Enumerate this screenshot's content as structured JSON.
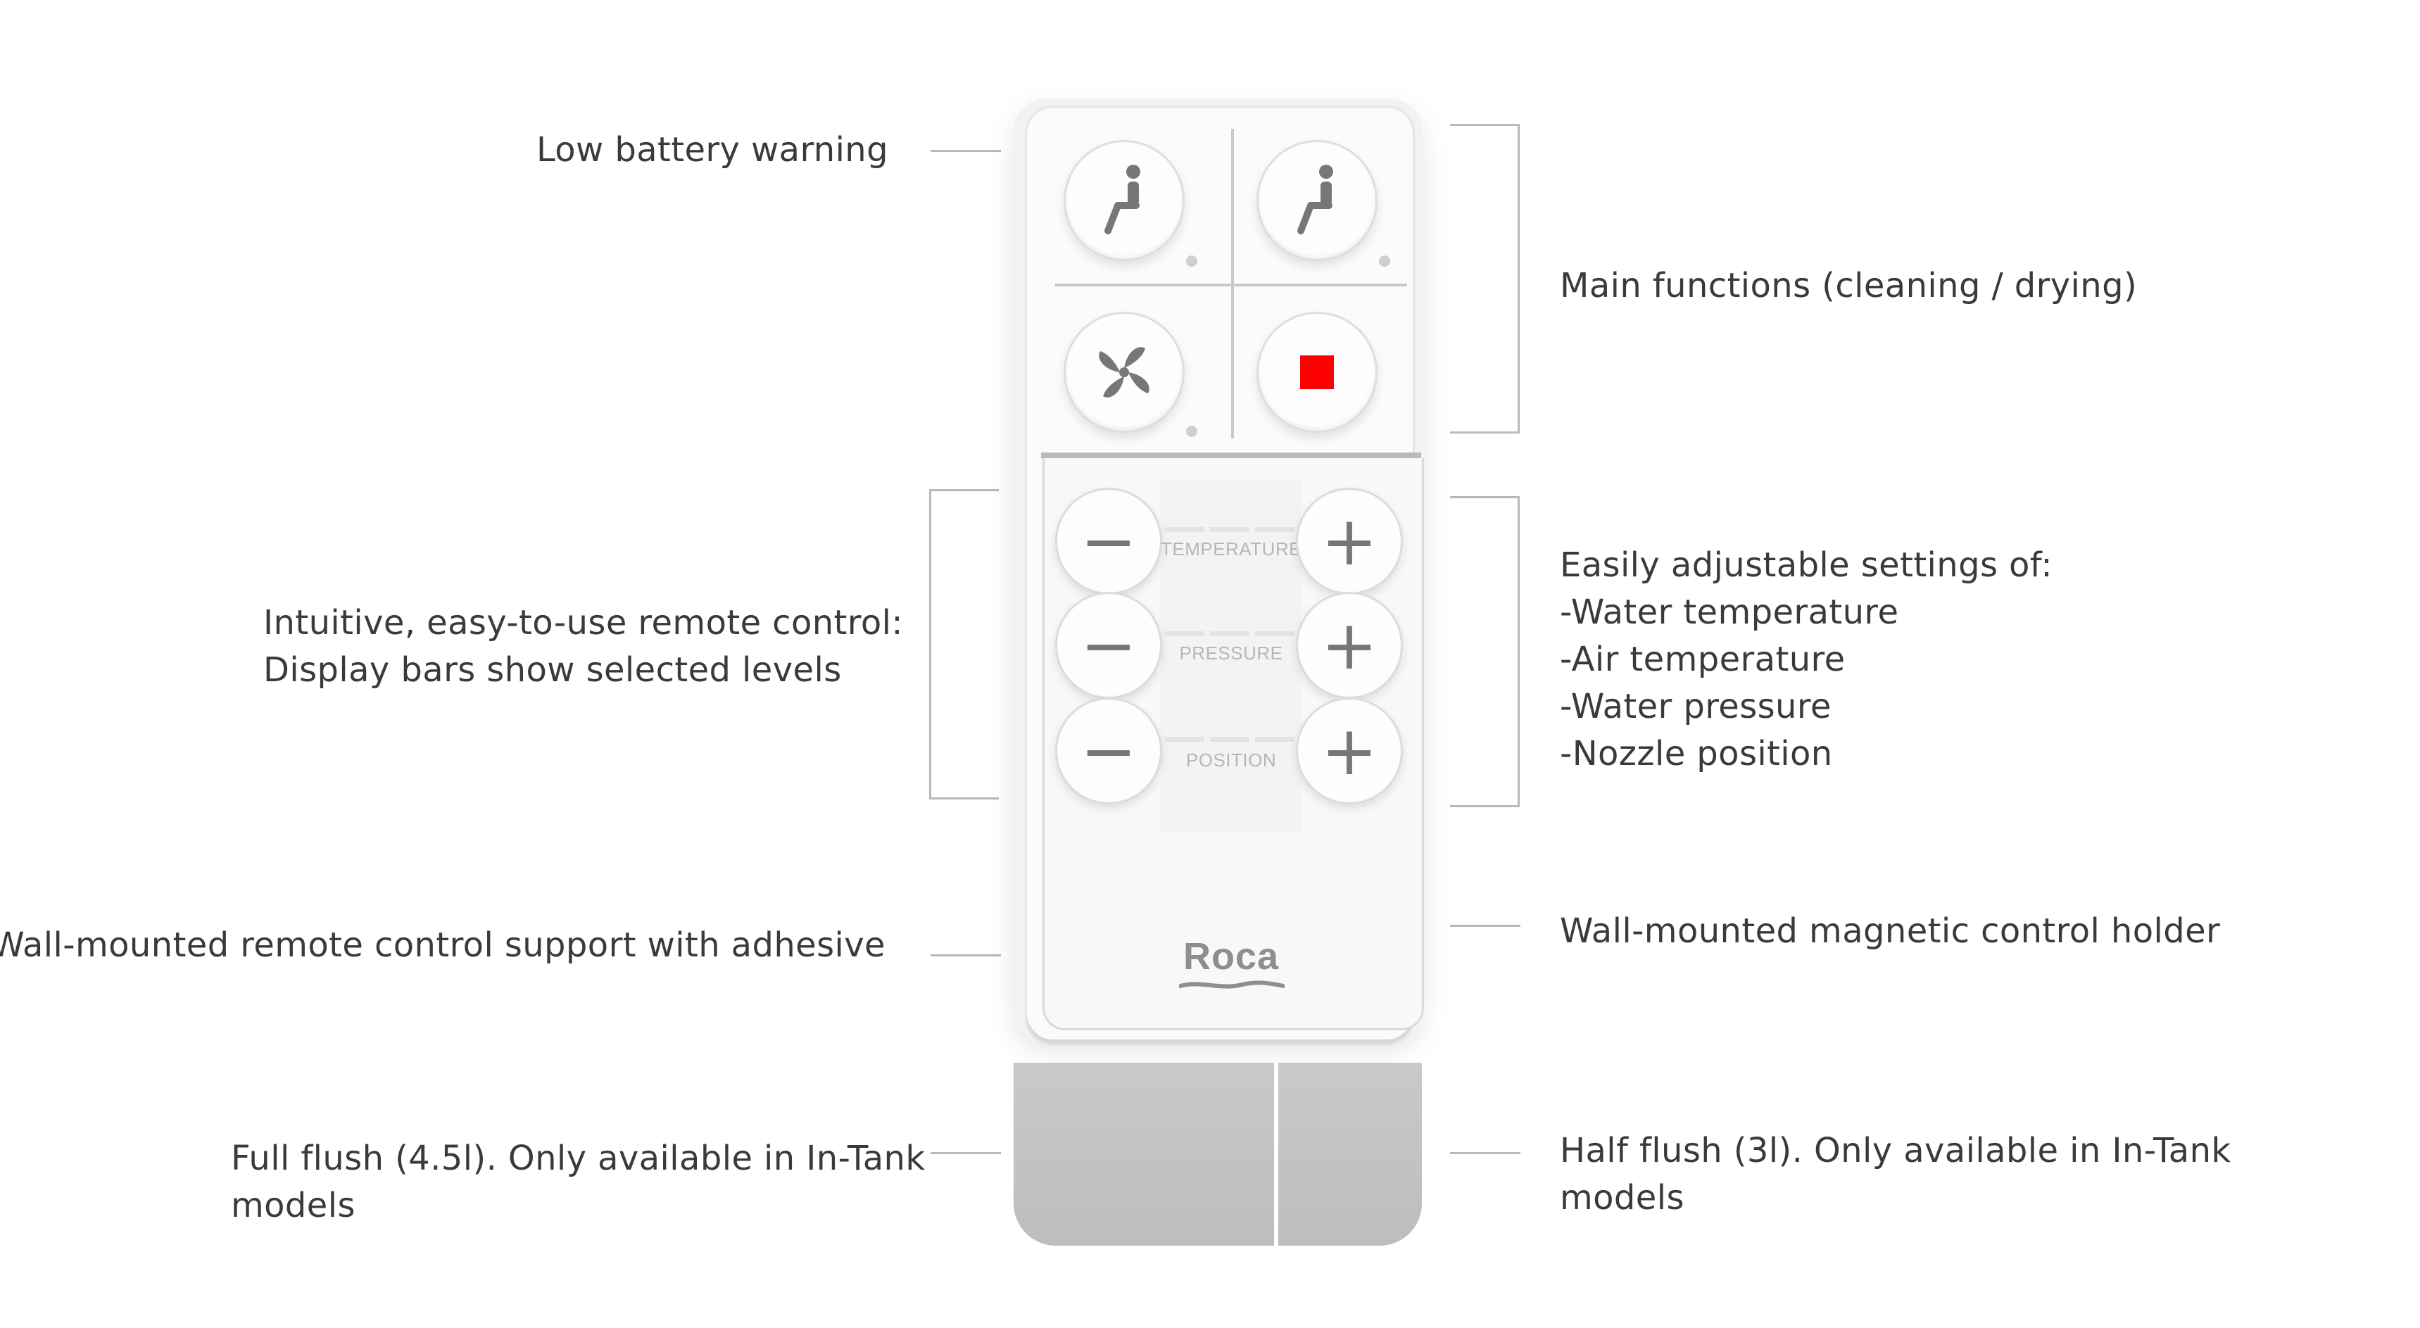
{
  "callouts": {
    "low_battery": "Low battery warning",
    "main_functions": "Main functions (cleaning / drying)",
    "remote_line1": "Intuitive, easy-to-use remote control:",
    "remote_line2": "Display bars show selected levels",
    "settings_title": "Easily adjustable settings of:",
    "settings_items": [
      "-Water temperature",
      "-Air temperature",
      "-Water pressure",
      "-Nozzle position"
    ],
    "wall_support": "Wall-mounted remote control support with adhesive",
    "magnetic_holder": "Wall-mounted magnetic control holder",
    "full_flush_line1": "Full flush (4.5l). Only available in In-Tank",
    "full_flush_line2": "models",
    "half_flush_line1": "Half flush (3l). Only available in In-Tank",
    "half_flush_line2": "models"
  },
  "remote": {
    "display_labels": {
      "temperature": "TEMPERATURE",
      "pressure": "PRESSURE",
      "position": "POSITION"
    },
    "minus_symbol": "−",
    "plus_symbol": "+",
    "logo": "Roca",
    "stop_color": "#ff0000"
  }
}
